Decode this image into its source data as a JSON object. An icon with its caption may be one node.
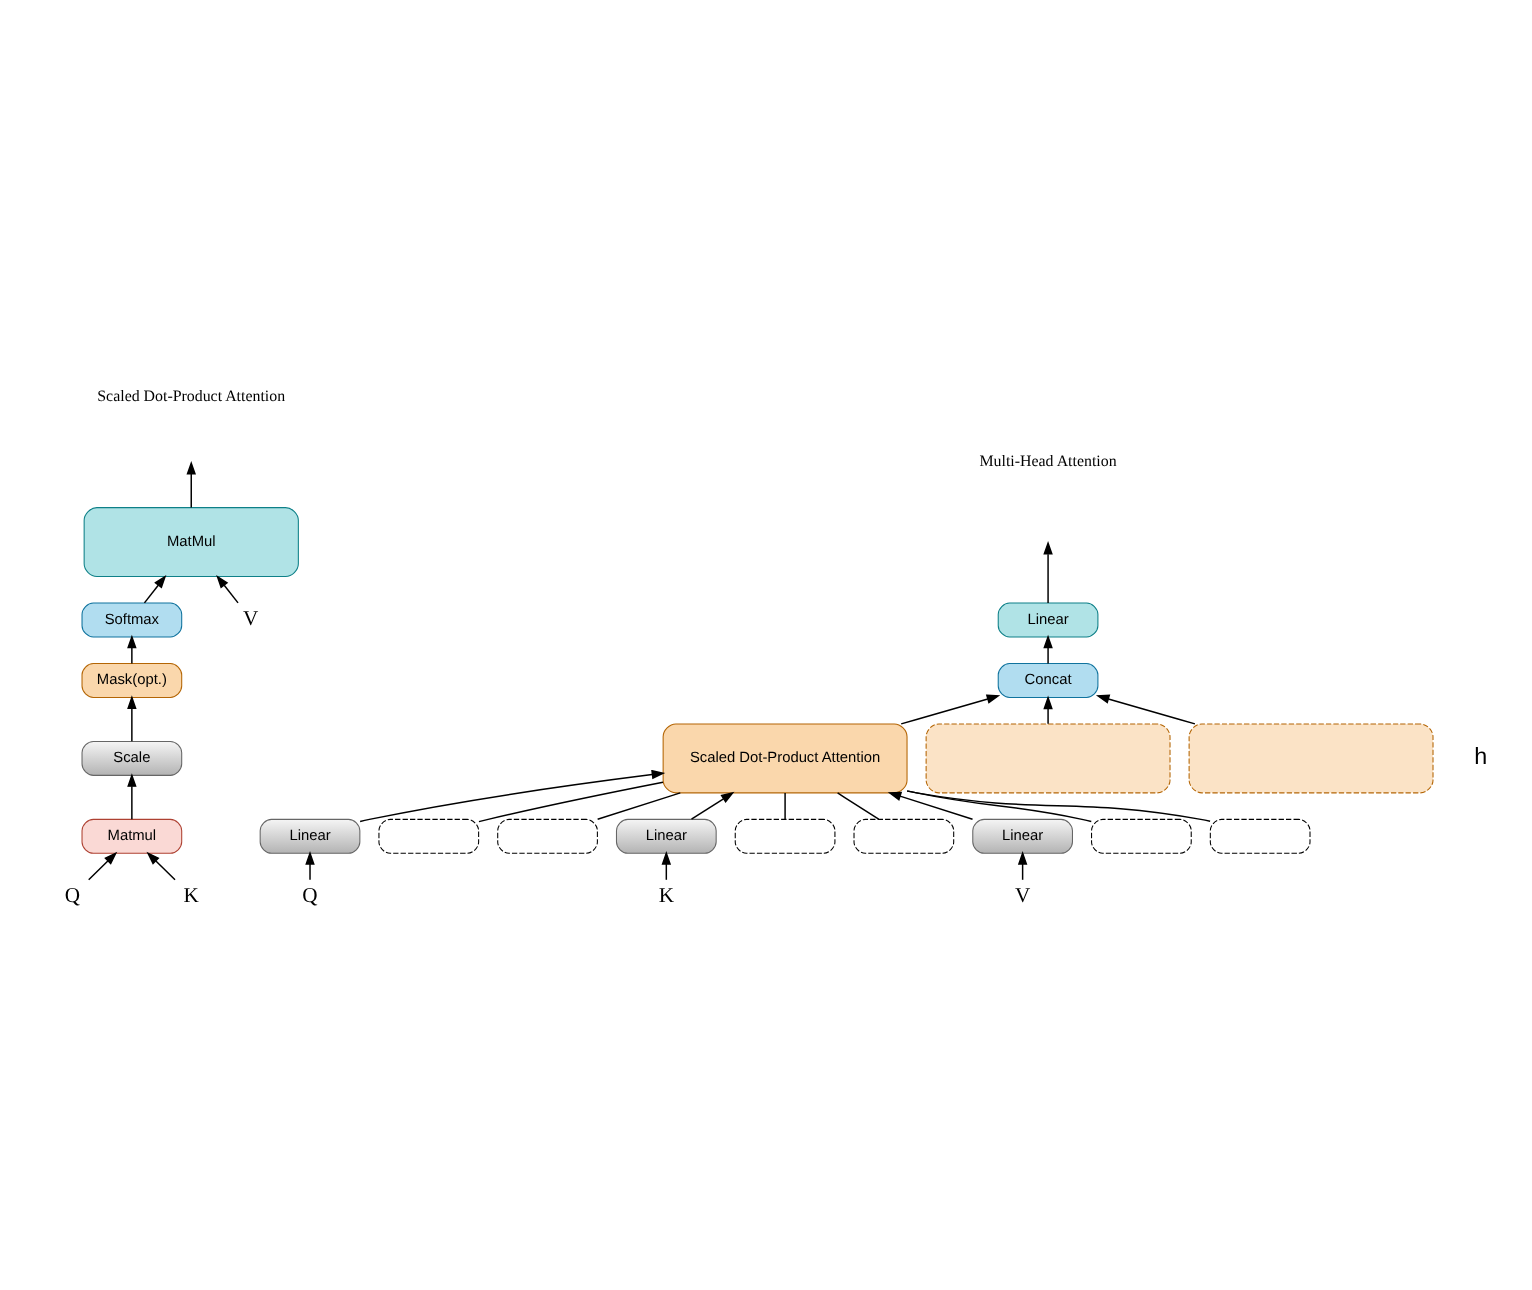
{
  "diagram": {
    "nodes": [
      {
        "text": [
          "MatMul"
        ]
      },
      {
        "text": [
          "Softmax"
        ]
      },
      {
        "text": [
          "Mask(opt.)"
        ]
      },
      {
        "text": [
          "Scale"
        ]
      },
      {
        "text": [
          "Matmul"
        ]
      },
      {
        "text": [
          "Q"
        ]
      },
      {
        "text": [
          "K"
        ]
      },
      {
        "text": [
          "V"
        ]
      },
      {
        "text": [
          "Linear"
        ]
      },
      {
        "text": [
          "Concat"
        ]
      },
      {
        "text": [
          "Scaled Dot-Product Attention"
        ]
      },
      {
        "text": [],
        "shape": "box"
      },
      {
        "text": [],
        "shape": "box"
      },
      {
        "text": [
          "Linear"
        ]
      },
      {
        "text": [],
        "shape": "box"
      },
      {
        "text": [],
        "shape": "box"
      },
      {
        "text": [
          "Linear"
        ]
      },
      {
        "text": [],
        "shape": "box"
      },
      {
        "text": [],
        "shape": "box"
      },
      {
        "text": [
          "Linear"
        ]
      },
      {
        "text": [],
        "shape": "box"
      },
      {
        "text": [],
        "shape": "box"
      },
      {
        "text": [
          "Q"
        ]
      },
      {
        "text": [
          "K"
        ]
      },
      {
        "text": [
          "V"
        ]
      }
    ],
    "edges": [
      {
        "from": 0,
        "to": null,
        "arrow": "to"
      },
      {
        "from": 1,
        "to": 0,
        "arrow": "to"
      },
      {
        "from": 2,
        "to": 1,
        "arrow": "to"
      },
      {
        "from": 3,
        "to": 2,
        "arrow": "to"
      },
      {
        "from": 4,
        "to": 3,
        "arrow": "to"
      },
      {
        "from": 5,
        "to": 4,
        "arrow": "to"
      },
      {
        "from": 6,
        "to": 4,
        "arrow": "to"
      },
      {
        "from": 7,
        "to": 0,
        "arrow": "to"
      },
      {
        "from": 8,
        "to": null,
        "arrow": "to"
      },
      {
        "from": 9,
        "to": 8,
        "arrow": "to"
      },
      {
        "from": 10,
        "to": 9,
        "arrow": "to"
      },
      {
        "from": 11,
        "to": 9,
        "arrow": "to"
      },
      {
        "from": 12,
        "to": 9,
        "arrow": "to"
      },
      {
        "from": 13,
        "to": 10,
        "arrow": "to"
      },
      {
        "from": 14,
        "to": 10,
        "arrow": "none"
      },
      {
        "from": 15,
        "to": 10,
        "arrow": "none"
      },
      {
        "from": 16,
        "to": 10,
        "arrow": "to"
      },
      {
        "from": 17,
        "to": 10,
        "arrow": "none"
      },
      {
        "from": 18,
        "to": 10,
        "arrow": "none"
      },
      {
        "from": 19,
        "to": 10,
        "arrow": "to"
      },
      {
        "from": 20,
        "to": 10,
        "arrow": "none"
      },
      {
        "from": 21,
        "to": 10,
        "arrow": "none"
      },
      {
        "from": 22,
        "to": 13,
        "arrow": "to"
      },
      {
        "from": 23,
        "to": 16,
        "arrow": "to"
      },
      {
        "from": 24,
        "to": 19,
        "arrow": "to"
      }
    ],
    "labels": [
      "Scaled Dot-Product Attention",
      "Multi-Head Attention",
      "h"
    ]
  }
}
